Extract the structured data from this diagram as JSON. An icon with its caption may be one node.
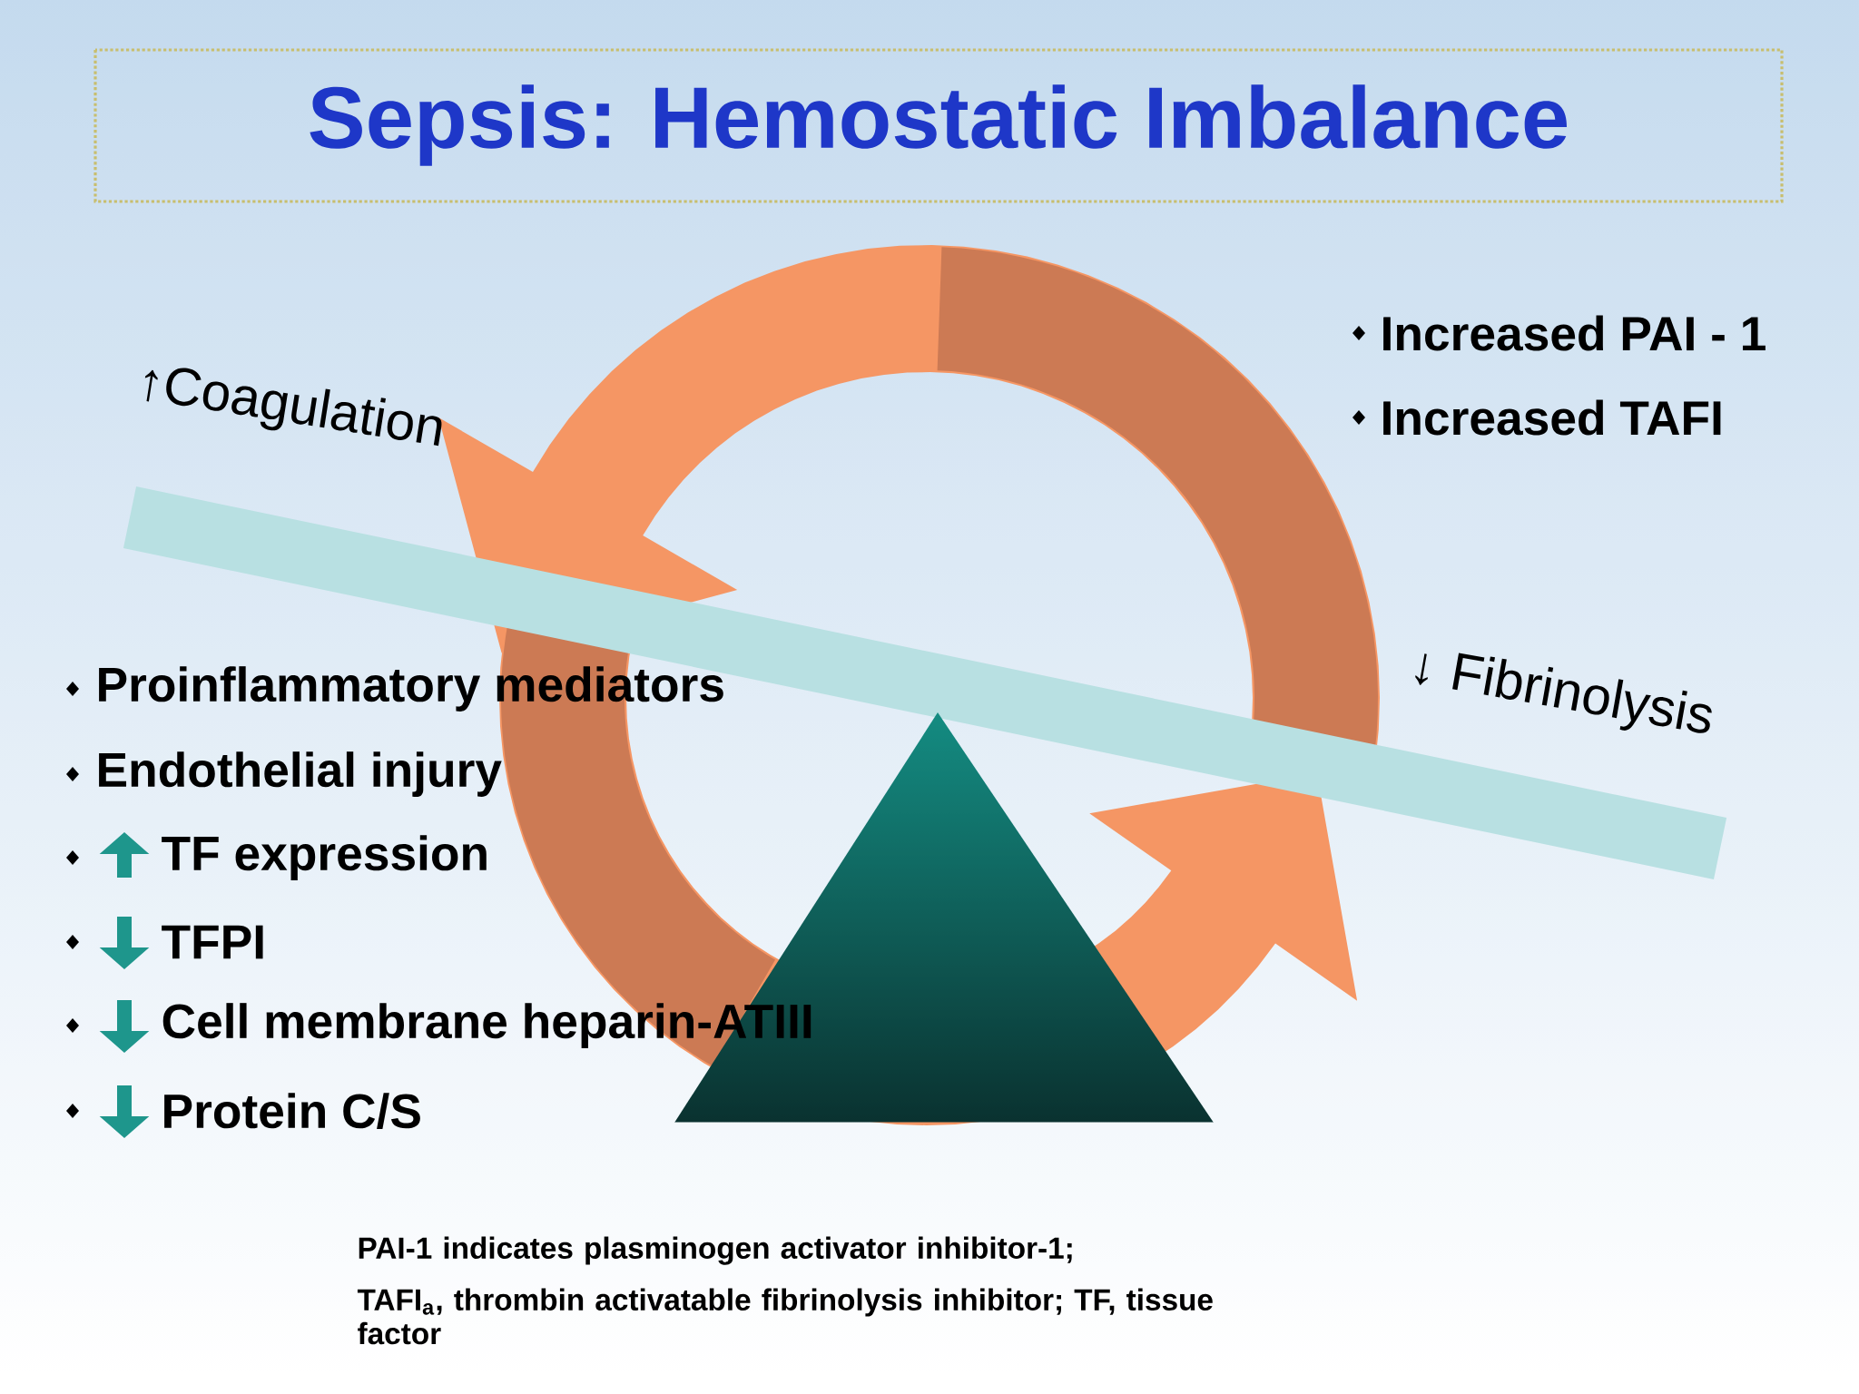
{
  "diagram": {
    "title": "Sepsis: Hemostatic Imbalance",
    "labels": [
      "Increased PAI - 1",
      "↑Coagulation",
      "Increased TAFI",
      "Proinflammatory mediators",
      "↓ Fibrinolysis",
      "Endothelial injury",
      "TF expression",
      "TFPI",
      "Cell membrane heparin-ATIII",
      "Protein C/S",
      "PAI-1 indicates plasminogen activator inhibitor-1;",
      "TAFI$_{a}$, thrombin activatable fibrinolysis inhibitor; TF, tissue factor"
    ]
  }
}
